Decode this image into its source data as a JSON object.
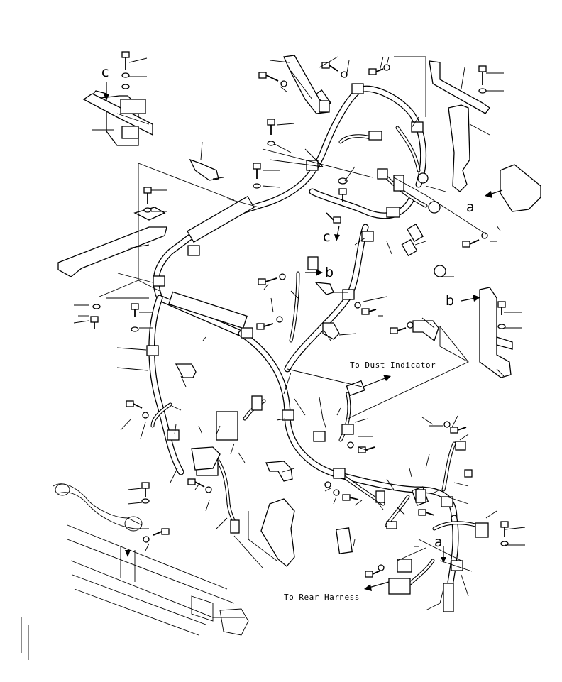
{
  "diagram": {
    "callouts": {
      "c_top_left": "c",
      "c_center": "c",
      "a_right": "a",
      "a_lower": "a",
      "b_center": "b",
      "b_right": "b"
    },
    "notes": {
      "dust_indicator": "To Dust Indicator",
      "rear_harness": "To Rear Harness"
    },
    "icons": [
      "bolt-icon",
      "washer-icon",
      "clamp-icon",
      "connector-icon",
      "bracket-icon",
      "arrow-icon"
    ]
  }
}
